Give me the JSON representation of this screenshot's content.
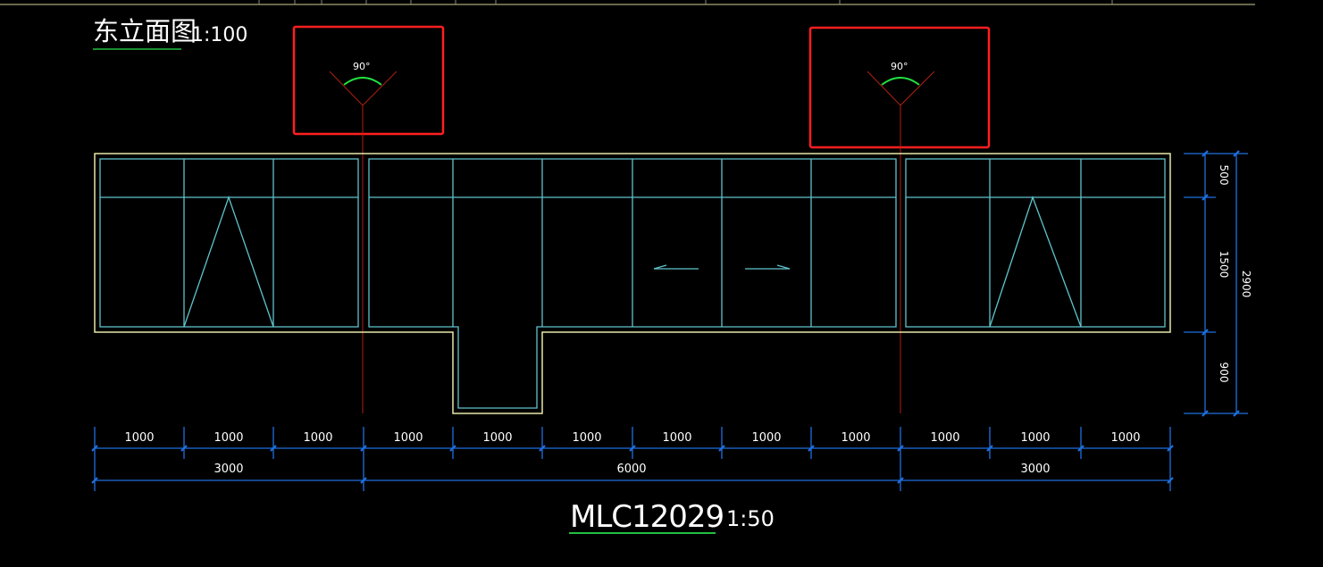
{
  "colors": {
    "background": "#000000",
    "frame": "#e8e8a8",
    "panel": "#5fc3cc",
    "dimension": "#1f6fe0",
    "axis": "#b02010",
    "highlight_box": "#ff1f1f",
    "angle_arc": "#20e040",
    "text": "#ffffff",
    "underline": "#20c040"
  },
  "drawing": {
    "view_title": "东立面图",
    "view_scale": "1:100",
    "detail_title": "MLC12029",
    "detail_scale": "1:50"
  },
  "angle_markers": [
    {
      "label": "90°"
    },
    {
      "label": "90°"
    }
  ],
  "dimensions": {
    "bottom_row1": [
      "1000",
      "1000",
      "1000",
      "1000",
      "1000",
      "1000",
      "1000",
      "1000",
      "1000",
      "1000",
      "1000",
      "1000"
    ],
    "bottom_row2": [
      "3000",
      "6000",
      "3000"
    ],
    "right_parts": [
      "500",
      "1500",
      "900"
    ],
    "right_total": "2900"
  }
}
